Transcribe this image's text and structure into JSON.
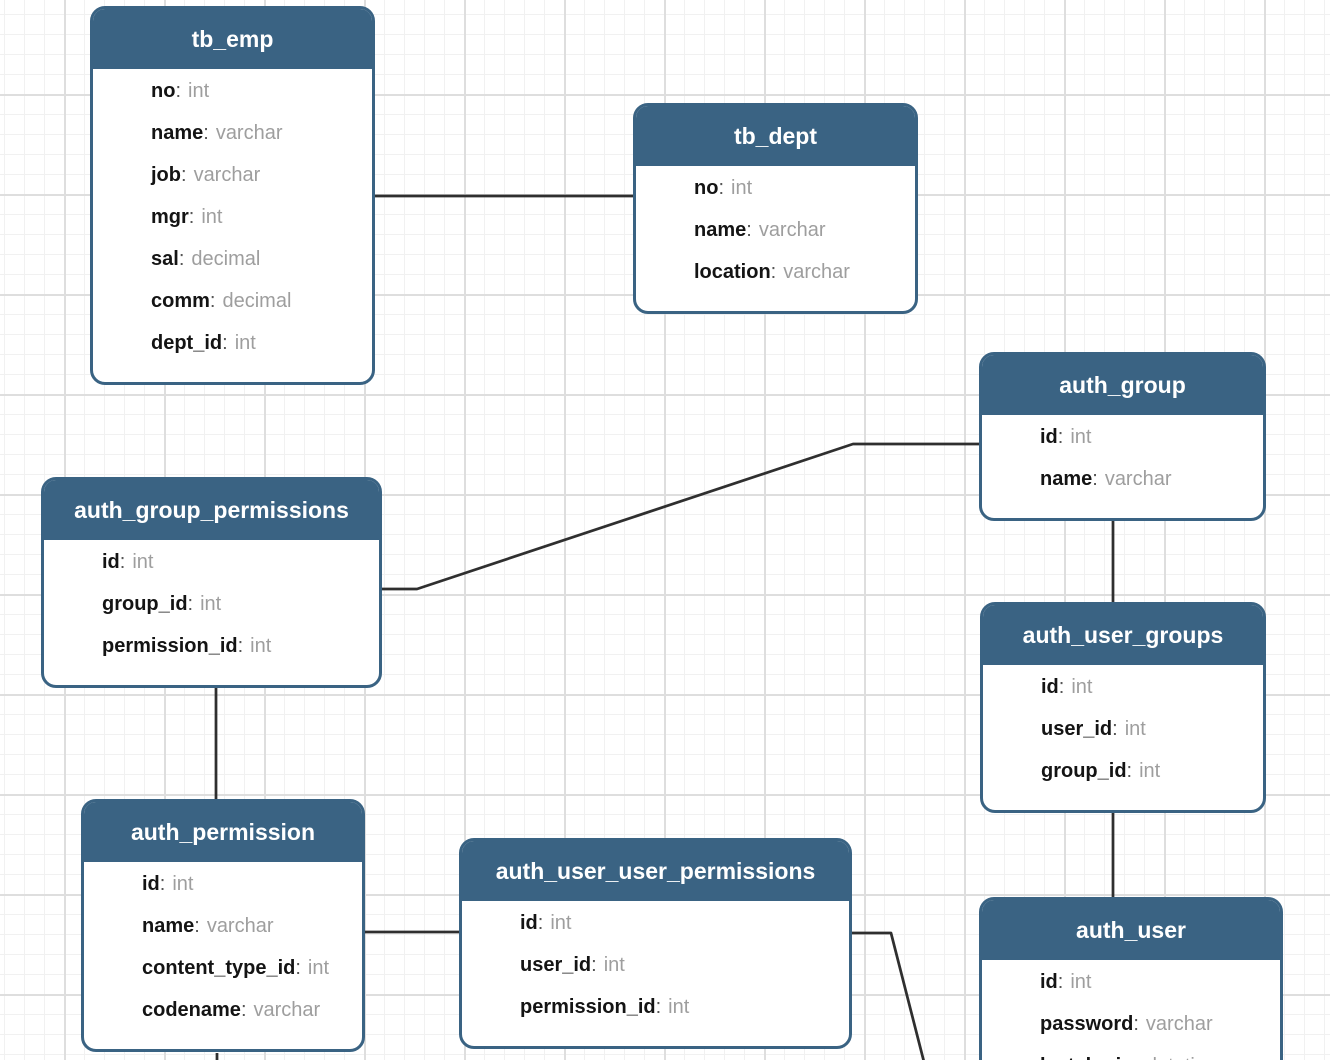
{
  "diagram": {
    "type": "entity-relationship",
    "colors": {
      "table_header_bg": "#3a6383",
      "table_border": "#3a6383",
      "header_text": "#ffffff",
      "field_name_text": "#141414",
      "field_type_text": "#9e9e9e",
      "relation_line": "#2f2f2f",
      "grid_minor": "#f1f1f1",
      "grid_major": "#dedede",
      "background": "#ffffff"
    },
    "tables": [
      {
        "name": "tb_emp",
        "fields": [
          {
            "name": "no",
            "type": "int"
          },
          {
            "name": "name",
            "type": "varchar"
          },
          {
            "name": "job",
            "type": "varchar"
          },
          {
            "name": "mgr",
            "type": "int"
          },
          {
            "name": "sal",
            "type": "decimal"
          },
          {
            "name": "comm",
            "type": "decimal"
          },
          {
            "name": "dept_id",
            "type": "int"
          }
        ]
      },
      {
        "name": "tb_dept",
        "fields": [
          {
            "name": "no",
            "type": "int"
          },
          {
            "name": "name",
            "type": "varchar"
          },
          {
            "name": "location",
            "type": "varchar"
          }
        ]
      },
      {
        "name": "auth_group",
        "fields": [
          {
            "name": "id",
            "type": "int"
          },
          {
            "name": "name",
            "type": "varchar"
          }
        ]
      },
      {
        "name": "auth_group_permissions",
        "fields": [
          {
            "name": "id",
            "type": "int"
          },
          {
            "name": "group_id",
            "type": "int"
          },
          {
            "name": "permission_id",
            "type": "int"
          }
        ]
      },
      {
        "name": "auth_user_groups",
        "fields": [
          {
            "name": "id",
            "type": "int"
          },
          {
            "name": "user_id",
            "type": "int"
          },
          {
            "name": "group_id",
            "type": "int"
          }
        ]
      },
      {
        "name": "auth_permission",
        "fields": [
          {
            "name": "id",
            "type": "int"
          },
          {
            "name": "name",
            "type": "varchar"
          },
          {
            "name": "content_type_id",
            "type": "int"
          },
          {
            "name": "codename",
            "type": "varchar"
          }
        ]
      },
      {
        "name": "auth_user_user_permissions",
        "fields": [
          {
            "name": "id",
            "type": "int"
          },
          {
            "name": "user_id",
            "type": "int"
          },
          {
            "name": "permission_id",
            "type": "int"
          }
        ]
      },
      {
        "name": "auth_user",
        "fields": [
          {
            "name": "id",
            "type": "int"
          },
          {
            "name": "password",
            "type": "varchar"
          },
          {
            "name": "last_login",
            "type": "datetime"
          }
        ]
      }
    ],
    "relations": [
      {
        "from": "tb_emp",
        "to": "tb_dept"
      },
      {
        "from": "auth_group_permissions",
        "to": "auth_group"
      },
      {
        "from": "auth_group",
        "to": "auth_user_groups"
      },
      {
        "from": "auth_user_groups",
        "to": "auth_user"
      },
      {
        "from": "auth_group_permissions",
        "to": "auth_permission"
      },
      {
        "from": "auth_permission",
        "to": "auth_user_user_permissions"
      },
      {
        "from": "auth_user_user_permissions",
        "to": "offscreen-bottom"
      },
      {
        "from": "auth_permission",
        "to": "offscreen-bottom"
      }
    ]
  }
}
